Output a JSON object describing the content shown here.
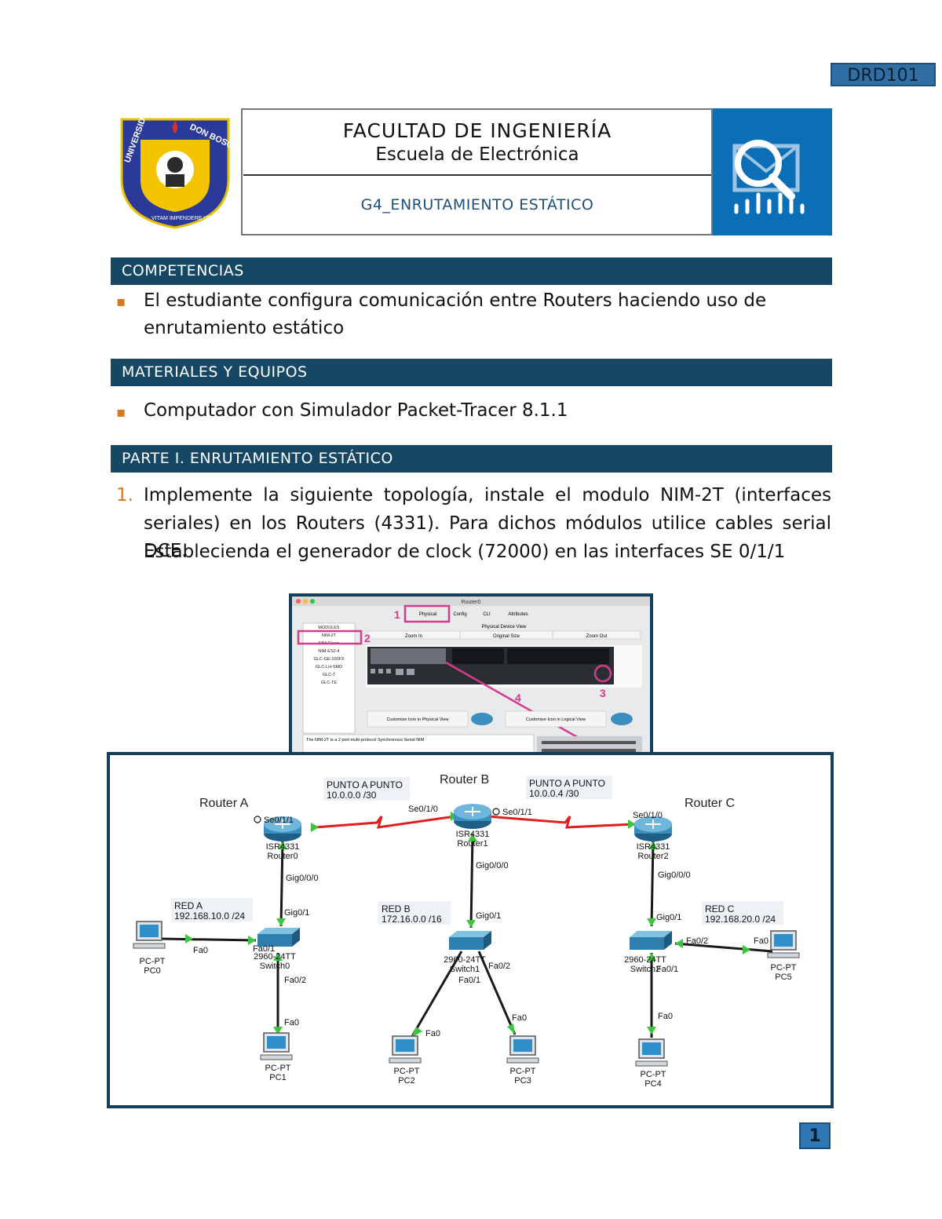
{
  "doc_code": "DRD101",
  "header": {
    "title": "FACULTAD DE INGENIERÍA",
    "subtitle": "Escuela de Electrónica",
    "doc_title": "G4_ENRUTAMIENTO ESTÁTICO",
    "logo_text": "UNIVERSIDAD DON BOSCO",
    "logo_motto": "VITAM IMPENDERE VERO"
  },
  "sections": {
    "competencias": {
      "heading": "COMPETENCIAS",
      "items": [
        "El estudiante configura comunicación entre Routers haciendo uso de",
        "enrutamiento estático"
      ]
    },
    "materiales": {
      "heading": "MATERIALES Y EQUIPOS",
      "items": [
        "Computador con Simulador Packet-Tracer 8.1.1"
      ]
    },
    "parte1": {
      "heading": "PARTE I.  ENRUTAMIENTO ESTÁTICO",
      "step_number": "1.",
      "step_lines": [
        "Implemente la siguiente topología, instale el modulo NIM-2T (interfaces",
        "seriales) en los Routers (4331). Para dichos módulos utilice cables serial DCE.",
        "Establecienda el generador de clock (72000) en las interfaces SE 0/1/1"
      ]
    }
  },
  "pt_window": {
    "title": "Router0",
    "tabs": [
      "Physical",
      "Config",
      "CLI",
      "Attributes"
    ],
    "view_label": "Physical Device View",
    "zoom_buttons": [
      "Zoom In",
      "Original Size",
      "Zoom Out"
    ],
    "modules": [
      "MODULES",
      "NIM-2T",
      "NIM-Cover",
      "NIM-ES2-4",
      "GLC-GE-100FX",
      "GLC-LH-SMD",
      "GLC-T",
      "GLC-TE"
    ],
    "customize_1": "Customize Icon in Physical View",
    "customize_2": "Customize Icon in Logical View",
    "description": "The NIM-2T is a 2 port multi-protocol Synchronous Serial NIM",
    "callouts": [
      "1",
      "2",
      "3",
      "4"
    ]
  },
  "topology": {
    "router_a": "Router A",
    "router_b": "Router B",
    "router_c": "Router C",
    "p2p_1": [
      "PUNTO A PUNTO",
      "10.0.0.0  /30"
    ],
    "p2p_2": [
      "PUNTO A PUNTO",
      "10.0.0.4  /30"
    ],
    "red_a": [
      "RED A",
      "192.168.10.0  /24"
    ],
    "red_b": [
      "RED B",
      "172.16.0.0  /16"
    ],
    "red_c": [
      "RED C",
      "192.168.20.0  /24"
    ],
    "routers": [
      {
        "model": "ISR4331",
        "name": "Router0"
      },
      {
        "model": "ISR4331",
        "name": "Router1"
      },
      {
        "model": "ISR4331",
        "name": "Router2"
      }
    ],
    "switches": [
      {
        "model": "2960-24TT",
        "name": "Switch0"
      },
      {
        "model": "2960-24TT",
        "name": "Switch1"
      },
      {
        "model": "2960-24TT",
        "name": "Switch2"
      }
    ],
    "pcs": [
      "PC0",
      "PC1",
      "PC2",
      "PC3",
      "PC4",
      "PC5"
    ],
    "pc_type": "PC-PT",
    "ifaces": {
      "ra_se": "Se0/1/1",
      "rb_se0": "Se0/1/0",
      "rb_se1": "Se0/1/1",
      "rc_se": "Se0/1/0",
      "gig000": "Gig0/0/0",
      "gig01": "Gig0/1",
      "fa0": "Fa0",
      "fa01": "Fa0/1",
      "fa02": "Fa0/2"
    }
  },
  "page_number": "1",
  "colors": {
    "accent": "#164866",
    "bullet": "#d9781e",
    "serial_link": "#e02020",
    "link": "#1a1a1a",
    "callout": "#d63a8c"
  }
}
